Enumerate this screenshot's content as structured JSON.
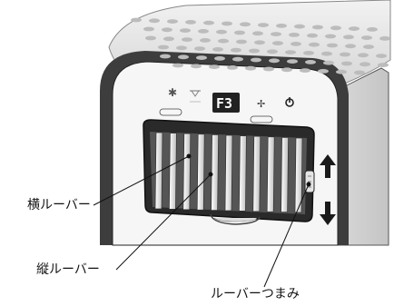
{
  "display": {
    "code": "F3"
  },
  "labels": {
    "horizontal_louver": "横ルーバー",
    "vertical_louver": "縦ルーバー",
    "louver_knob": "ルーバーつまみ"
  }
}
